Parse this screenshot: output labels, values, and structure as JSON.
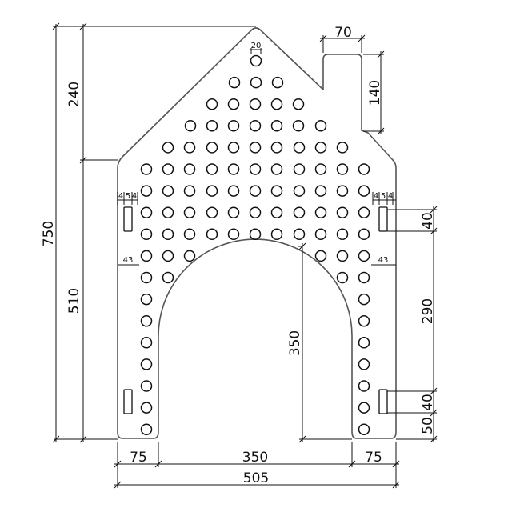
{
  "dimensions": {
    "total_height": "750",
    "roof_height": "240",
    "wall_height": "510",
    "total_width": "505",
    "left_leg": "75",
    "arch_width": "350",
    "right_leg": "75",
    "arch_height": "350",
    "chimney_width": "70",
    "chimney_height": "140",
    "top_hole": "20",
    "slot_gap_top": "40",
    "slot_spacing": "290",
    "slot_gap_bottom": "40",
    "bottom_offset": "50",
    "slot_offset_a": "4",
    "slot_width": "5",
    "slot_offset_b": "4",
    "edge_offset": "43"
  },
  "hole_rows": [
    [
      320
    ],
    [
      293,
      320,
      347
    ],
    [
      265,
      292,
      319,
      346,
      373
    ],
    [
      238,
      265,
      292,
      319,
      346,
      373,
      401
    ],
    [
      210,
      237,
      265,
      292,
      319,
      346,
      374,
      401,
      428
    ],
    [
      183,
      210,
      237,
      265,
      292,
      319,
      346,
      374,
      401,
      428,
      455
    ],
    [
      183,
      210,
      237,
      265,
      292,
      319,
      346,
      374,
      401,
      428,
      455
    ],
    [
      183,
      210,
      237,
      265,
      292,
      319,
      346,
      374,
      401,
      428,
      455
    ],
    [
      183,
      210,
      237,
      265,
      292,
      319,
      346,
      374,
      401,
      428,
      455
    ],
    [
      183,
      210,
      237,
      401,
      428,
      455
    ],
    [
      183,
      210,
      428,
      455
    ],
    [
      183,
      455
    ],
    [
      183,
      455
    ],
    [
      183,
      455
    ],
    [
      183,
      455
    ],
    [
      183,
      455
    ],
    [
      183,
      455
    ],
    [
      183,
      455
    ]
  ]
}
